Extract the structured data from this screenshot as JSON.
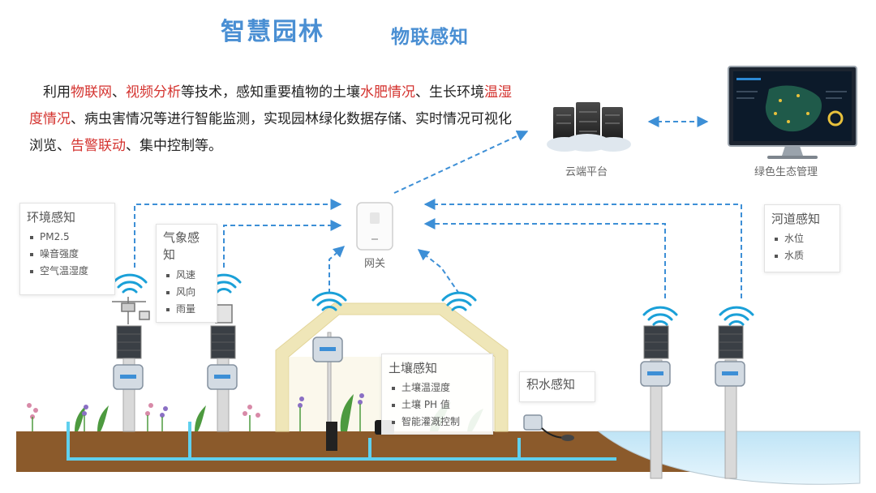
{
  "header": {
    "title": "智慧园林",
    "subtitle": "物联感知"
  },
  "intro": {
    "segments": [
      {
        "text": "利用",
        "highlight": false
      },
      {
        "text": "物联网",
        "highlight": true
      },
      {
        "text": "、",
        "highlight": false
      },
      {
        "text": "视频分析",
        "highlight": true
      },
      {
        "text": "等技术，感知重要植物的土壤",
        "highlight": false
      },
      {
        "text": "水肥情况",
        "highlight": true
      },
      {
        "text": "、生长环境",
        "highlight": false
      },
      {
        "text": "温湿度情况",
        "highlight": true
      },
      {
        "text": "、病虫害情况等进行智能监测，实现园林绿化数据存储、实时情况可视化浏览、",
        "highlight": false
      },
      {
        "text": "告警联动",
        "highlight": true
      },
      {
        "text": "、集中控制等。",
        "highlight": false
      }
    ]
  },
  "nodes": {
    "cloud_label": "云端平台",
    "eco_label": "绿色生态管理",
    "gateway_label": "网关"
  },
  "panels": {
    "environment": {
      "title": "环境感知",
      "items": [
        "PM2.5",
        "噪音强度",
        "空气温湿度"
      ]
    },
    "weather": {
      "title": "气象感知",
      "items": [
        "风速",
        "风向",
        "雨量"
      ]
    },
    "soil": {
      "title": "土壤感知",
      "items": [
        "土壤温湿度",
        "土壤 PH 值",
        "智能灌溉控制"
      ]
    },
    "waterlog": {
      "title": "积水感知"
    },
    "river": {
      "title": "河道感知",
      "items": [
        "水位",
        "水质"
      ]
    }
  },
  "colors": {
    "title": "#4a8fd3",
    "highlight": "#d4332f",
    "arrow": "#3d8fd6",
    "pipe": "#5fd0ee",
    "soil": "#8b5a2b",
    "water": "#a8d8f0",
    "greenhouse": "#efe6b8"
  },
  "icons": [
    "server-icon",
    "cloud-icon",
    "monitor-icon",
    "gateway-icon",
    "wifi-icon",
    "solar-panel-icon",
    "sensor-box-icon",
    "weather-station-icon",
    "plant-icon",
    "flower-icon"
  ]
}
